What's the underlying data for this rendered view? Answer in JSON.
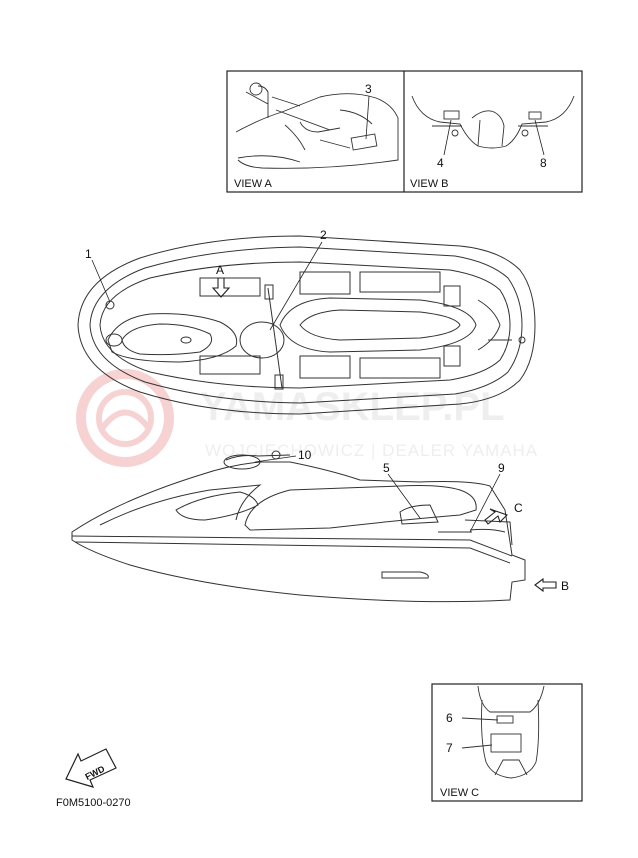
{
  "views": {
    "view_a": {
      "label": "VIEW A"
    },
    "view_b": {
      "label": "VIEW B"
    },
    "view_c": {
      "label": "VIEW C"
    }
  },
  "callouts": {
    "c1": "1",
    "c2": "2",
    "c3": "3",
    "c4": "4",
    "c5": "5",
    "c6": "6",
    "c7": "7",
    "c8": "8",
    "c9": "9",
    "c10": "10"
  },
  "view_markers": {
    "marker_a": "A",
    "marker_b": "B",
    "marker_c": "C"
  },
  "fwd_label": "FWD",
  "part_code": "F0M5100-0270",
  "watermark": {
    "brand": "YAMASKLEP.PL",
    "dealer": "WOJCIECHOWICZ | DEALER YAMAHA"
  },
  "colors": {
    "line": "#222222",
    "watermark_red": "#e88080",
    "watermark_gray": "#c8c8c8"
  }
}
